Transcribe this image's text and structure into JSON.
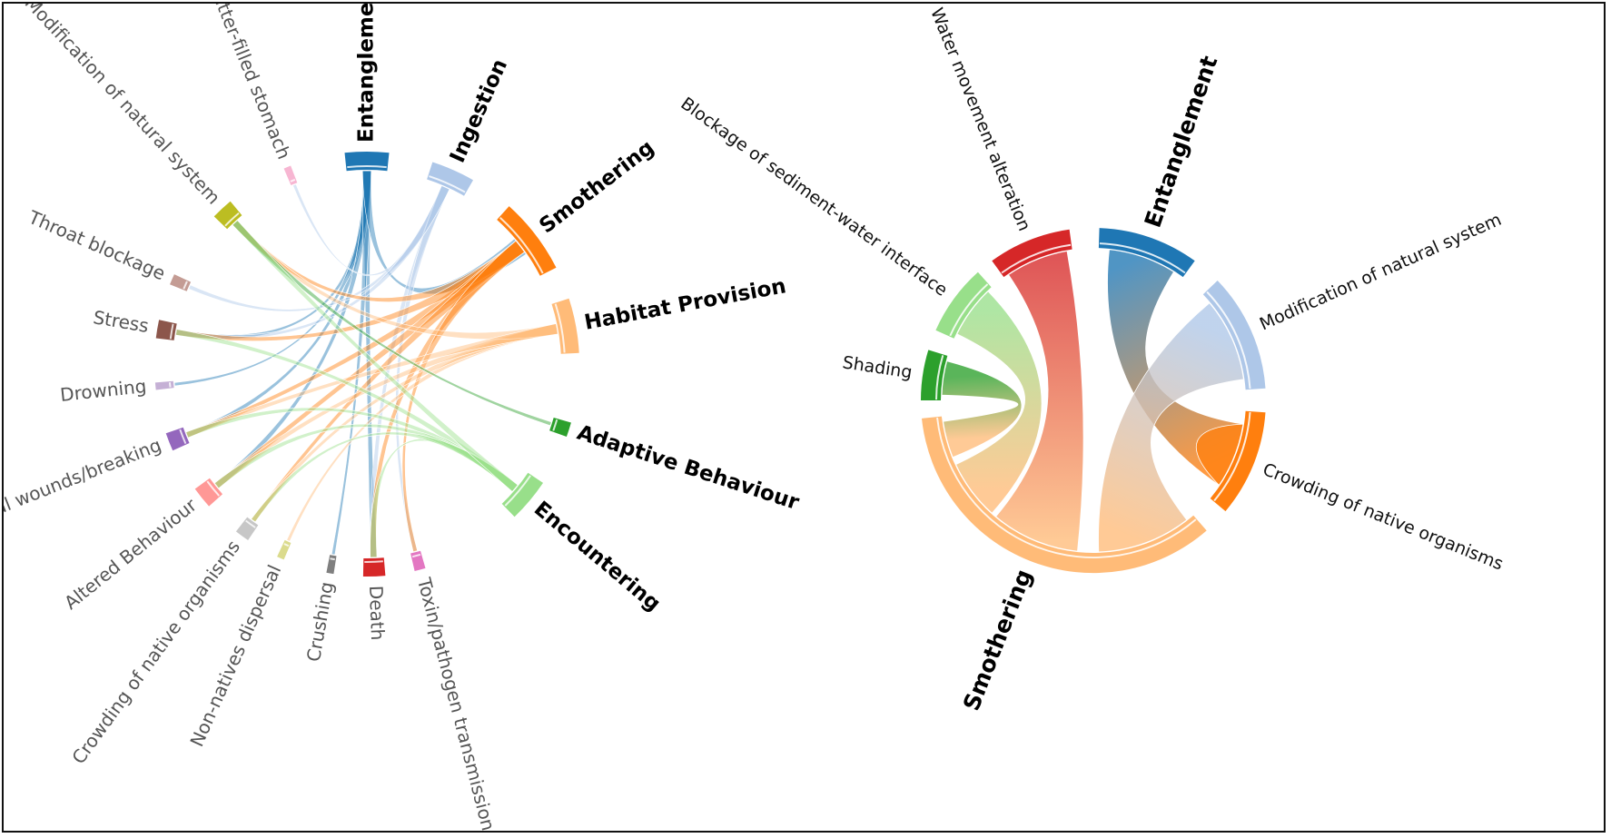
{
  "left_diagram": {
    "nodes": [
      {
        "id": "entanglement",
        "label": "Entanglement",
        "bold": true,
        "color": "#1f77b4",
        "a0": -6,
        "a1": 6
      },
      {
        "id": "ingestion",
        "label": "Ingestion",
        "bold": true,
        "color": "#aec7e8",
        "a0": 18,
        "a1": 30
      },
      {
        "id": "smothering",
        "label": "Smothering",
        "bold": true,
        "color": "#ff7f0e",
        "a0": 42,
        "a1": 63
      },
      {
        "id": "habitat",
        "label": "Habitat Provision",
        "bold": true,
        "color": "#ffbb78",
        "a0": 72,
        "a1": 87
      },
      {
        "id": "adaptive",
        "label": "Adaptive Behaviour",
        "bold": true,
        "color": "#2ca02c",
        "a0": 106,
        "a1": 110
      },
      {
        "id": "encountering",
        "label": "Encountering",
        "bold": true,
        "color": "#98df8a",
        "a0": 124,
        "a1": 136
      },
      {
        "id": "toxin",
        "label": "Toxin/pathogen transmission",
        "bold": false,
        "color": "#e377c2",
        "a0": 164,
        "a1": 167
      },
      {
        "id": "death",
        "label": "Death",
        "bold": false,
        "color": "#d62728",
        "a0": 175,
        "a1": 181
      },
      {
        "id": "crushing",
        "label": "Crushing",
        "bold": false,
        "color": "#7f7f7f",
        "a0": 189,
        "a1": 191
      },
      {
        "id": "nonnatives",
        "label": "Non-natives dispersal",
        "bold": false,
        "color": "#dbdb8d",
        "a0": 203,
        "a1": 205
      },
      {
        "id": "crowding",
        "label": "Crowding of native organisms",
        "bold": false,
        "color": "#c7c7c7",
        "a0": 214,
        "a1": 218
      },
      {
        "id": "altered",
        "label": "Altered Behaviour",
        "bold": false,
        "color": "#ff9896",
        "a0": 228,
        "a1": 234
      },
      {
        "id": "external",
        "label": "External wounds/breaking",
        "bold": false,
        "color": "#9467bd",
        "a0": 246,
        "a1": 251
      },
      {
        "id": "drowning",
        "label": "Drowning",
        "bold": false,
        "color": "#c5b0d5",
        "a0": 263,
        "a1": 265
      },
      {
        "id": "stress",
        "label": "Stress",
        "bold": false,
        "color": "#8c564b",
        "a0": 277,
        "a1": 282
      },
      {
        "id": "throat",
        "label": "Throat blockage",
        "bold": false,
        "color": "#c49c94",
        "a0": 292,
        "a1": 295
      },
      {
        "id": "modification",
        "label": "Modification of natural system",
        "bold": false,
        "color": "#bcbd22",
        "a0": 314,
        "a1": 320
      },
      {
        "id": "litter",
        "label": "Litter-filled stomach",
        "bold": false,
        "color": "#f7b6d2",
        "a0": 337,
        "a1": 339
      }
    ],
    "links": [
      [
        "entanglement",
        "death"
      ],
      [
        "entanglement",
        "external"
      ],
      [
        "entanglement",
        "stress"
      ],
      [
        "entanglement",
        "drowning"
      ],
      [
        "entanglement",
        "altered"
      ],
      [
        "entanglement",
        "crushing"
      ],
      [
        "entanglement",
        "smothering"
      ],
      [
        "ingestion",
        "litter"
      ],
      [
        "ingestion",
        "throat"
      ],
      [
        "ingestion",
        "death"
      ],
      [
        "ingestion",
        "toxin"
      ],
      [
        "ingestion",
        "stress"
      ],
      [
        "smothering",
        "external"
      ],
      [
        "smothering",
        "modification"
      ],
      [
        "smothering",
        "death"
      ],
      [
        "smothering",
        "stress"
      ],
      [
        "smothering",
        "altered"
      ],
      [
        "smothering",
        "crowding"
      ],
      [
        "smothering",
        "toxin"
      ],
      [
        "habitat",
        "nonnatives"
      ],
      [
        "habitat",
        "crowding"
      ],
      [
        "habitat",
        "altered"
      ],
      [
        "habitat",
        "modification"
      ],
      [
        "habitat",
        "external"
      ],
      [
        "adaptive",
        "modification"
      ],
      [
        "encountering",
        "stress"
      ],
      [
        "encountering",
        "death"
      ],
      [
        "encountering",
        "external"
      ],
      [
        "encountering",
        "altered"
      ],
      [
        "encountering",
        "crowding"
      ],
      [
        "encountering",
        "modification"
      ]
    ]
  },
  "right_diagram": {
    "nodes": [
      {
        "id": "entanglement",
        "label": "Entanglement",
        "bold": true,
        "color": "#1f77b4",
        "a0": 2,
        "a1": 36
      },
      {
        "id": "modification",
        "label": "Modification of natural system",
        "bold": false,
        "color": "#aec7e8",
        "a0": 46,
        "a1": 86
      },
      {
        "id": "crowding",
        "label": "Crowding of native organisms",
        "bold": false,
        "color": "#ff7f0e",
        "a0": 94,
        "a1": 130
      },
      {
        "id": "smothering",
        "label": "Smothering",
        "bold": true,
        "color": "#ffbb78",
        "a0": 139,
        "a1": 264
      },
      {
        "id": "shading",
        "label": "Shading",
        "bold": false,
        "color": "#2ca02c",
        "a0": 270,
        "a1": 287
      },
      {
        "id": "blockage",
        "label": "Blockage of sediment-water interface",
        "bold": false,
        "color": "#98df8a",
        "a0": 294,
        "a1": 318
      },
      {
        "id": "water",
        "label": "Water movement alteration",
        "bold": false,
        "color": "#d62728",
        "a0": 324,
        "a1": 352
      }
    ],
    "chords": [
      {
        "s": "entanglement",
        "s0": 6,
        "s1": 32,
        "t": "crowding",
        "t0": 99,
        "t1": 124
      },
      {
        "s": "modification",
        "s0": 50,
        "s1": 82,
        "t": "smothering",
        "t0": 142,
        "t1": 178
      },
      {
        "s": "crowding",
        "s0": 99,
        "s1": 124,
        "t": "crowding",
        "t0": 99,
        "t1": 124,
        "self": true
      },
      {
        "s": "water",
        "s0": 326,
        "s1": 350,
        "t": "smothering",
        "t0": 186,
        "t1": 220
      },
      {
        "s": "blockage",
        "s0": 296,
        "s1": 316,
        "t": "smothering",
        "t0": 222,
        "t1": 245
      },
      {
        "s": "shading",
        "s0": 272,
        "s1": 285,
        "t": "smothering",
        "t0": 248,
        "t1": 262
      }
    ]
  }
}
